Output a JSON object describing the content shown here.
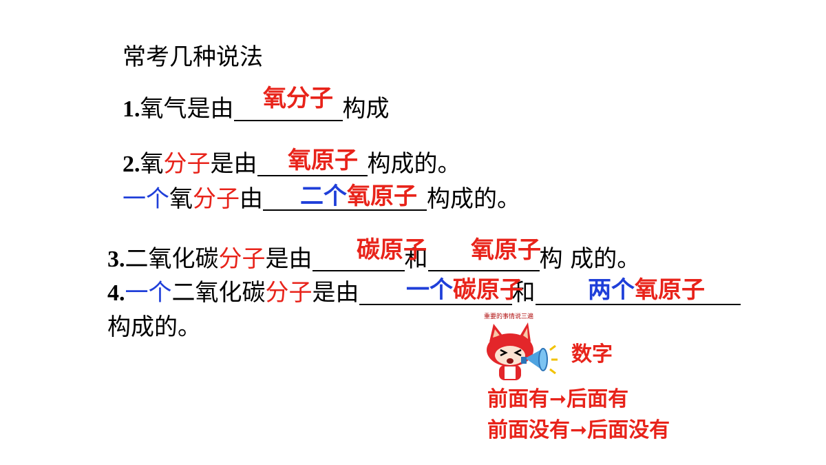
{
  "heading": "常考几种说法",
  "q1": {
    "num": "1.",
    "pre": "氧气是由",
    "answer": "氧分子",
    "post": "构成"
  },
  "q2": {
    "num": "2.",
    "p1": "氧",
    "p2": "分子",
    "p3": "是由",
    "answer": "氧原子",
    "post": "构成的。",
    "l2a": "一个",
    "l2b": "氧",
    "l2c": "分子",
    "l2d": "由",
    "ans_a": "二个",
    "ans_b": "氧原子",
    "post2": "构成的。"
  },
  "q3": {
    "num": "3.",
    "p1": "二氧化碳",
    "p2": "分子",
    "p3": "是由",
    "ans1": "碳原子",
    "and": "和",
    "ans2": "氧原子",
    "post": "构 成的。"
  },
  "q4": {
    "num": "4.",
    "p1": "一个",
    "p2": "二氧化碳",
    "p3": "分子",
    "p4": "是由",
    "ans1a": "一个",
    "ans1b": "碳原子",
    "and": "和",
    "ans2a": "两个",
    "ans2b": "氧原子",
    "post": "构成的。"
  },
  "sticker": {
    "caption": "重要的事情说三遍"
  },
  "notes": {
    "digits": "数字",
    "rule1": "前面有➞后面有",
    "rule2": "前面没有➞后面没有"
  },
  "colors": {
    "red": "#e8231a",
    "blue": "#1f3fd9"
  }
}
